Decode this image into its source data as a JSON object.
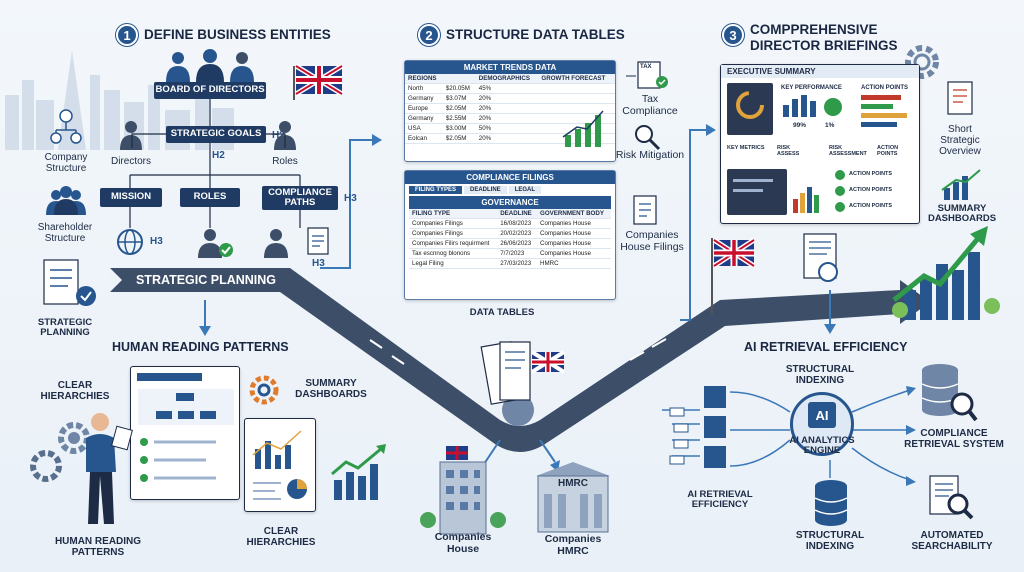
{
  "steps": {
    "s1": {
      "num": "1",
      "title": "DEFINE BUSINESS ENTITIES"
    },
    "s2": {
      "num": "2",
      "title": "STRUCTURE DATA TABLES"
    },
    "s3": {
      "num": "3",
      "title_line1": "COMPPREHENSIVE",
      "title_line2": "DIRECTOR BRIEFINGS"
    }
  },
  "entities": {
    "board": "BOARD OF DIRECTORS",
    "goals": "STRATEGIC GOALS",
    "h2a": "H2",
    "h2b": "H2",
    "h3a": "H3",
    "h3b": "H3",
    "h3c": "H3",
    "directors": "Directors",
    "roles_small": "Roles",
    "mission": "MISSION",
    "roles": "ROLES",
    "compliance_paths": "COMPLIANCE PATHS",
    "company_structure": "Company Structure",
    "shareholder_structure": "Shareholder Structure",
    "strategic_planning_banner": "STRATEGIC PLANNING",
    "strategic_planning": "STRATEGIC PLANNING"
  },
  "market_table": {
    "title": "MARKET TRENDS DATA",
    "headers": [
      "REGIONS",
      "",
      "DEMOGRAPHICS",
      "GROWTH FORECAST"
    ],
    "rows": [
      [
        "North",
        "$20.05M",
        "45%"
      ],
      [
        "Germany",
        "$3.07M",
        "20%"
      ],
      [
        "Europe",
        "$2.05M",
        "20%"
      ],
      [
        "Germany",
        "$2.55M",
        "20%"
      ],
      [
        "USA",
        "$3.00M",
        "50%"
      ],
      [
        "Eolcan",
        "$2.05M",
        "20%"
      ]
    ]
  },
  "compliance_table": {
    "title": "COMPLIANCE FILINGS",
    "tabs": [
      "FILING TYPES",
      "DEADLINE",
      "LEGAL"
    ],
    "sub": "GOVERNANCE",
    "headers": [
      "FILING TYPE",
      "DEADLINE",
      "GOVERNMENT BODY"
    ],
    "rows": [
      [
        "Companies Filings",
        "16/08/2023",
        "Companies House"
      ],
      [
        "Companies Filings",
        "20/02/2023",
        "Companies House"
      ],
      [
        "Companies Filirs requirment",
        "26/06/2023",
        "Companies House"
      ],
      [
        "Tax escnnog blonons",
        "7/7/2023",
        "Companies House"
      ],
      [
        "Legal Filing",
        "27/03/2023",
        "HMRC"
      ]
    ]
  },
  "side_labels": {
    "tax": "TAX",
    "tax_compliance": "Tax Compliance",
    "risk": "Risk Mitigation",
    "ch_filings": "Companies House Filings",
    "data_tables": "DATA TABLES"
  },
  "exec": {
    "title": "EXECUTIVE SUMMARY",
    "key_perf": "KEY PERFORMANCE",
    "pct1": "99%",
    "pct2": "1%",
    "action1": "ACTION POINTS",
    "key_metrics": "KEY METRICS",
    "risk_assess": "RISK ASSESS",
    "risk_assessment": "RISK ASSESSMENT",
    "action2": "ACTION POINTS",
    "ap_a": "ACTION POINTS",
    "ap_b": "ACTION POINTS",
    "ap_c": "ACTION POINTS",
    "short_overview": "Short Strategic Overview",
    "summary_dash": "SUMMARY DASHBOARDS"
  },
  "human": {
    "title": "HUMAN READING PATTERNS",
    "clear1": "CLEAR HIERARCHIES",
    "summary": "SUMMARY DASHBOARDS",
    "clear2": "CLEAR HIERARCHIES",
    "patterns": "HUMAN READING PATTERNS"
  },
  "center": {
    "companies_house": "Companies House",
    "hmrc_sign": "HMRC",
    "companies_hmrc": "Companies HMRC"
  },
  "ai": {
    "title": "AI RETRIEVAL EFFICIENCY",
    "structural1": "STRUCTURAL INDEXING",
    "ai_chip": "AI",
    "engine": "AI ANALYTICS ENGINE",
    "efficiency": "AI RETRIEVAL EFFICIENCY",
    "structural2": "STRUCTURAL INDEXING",
    "compliance_sys": "COMPLIANCE RETRIEVAL SYSTEM",
    "automated": "AUTOMATED SEARCHABILITY"
  },
  "colors": {
    "navy": "#1f3b64",
    "accent": "#27568f",
    "green": "#2e9a4a",
    "road": "#3d4f68"
  }
}
